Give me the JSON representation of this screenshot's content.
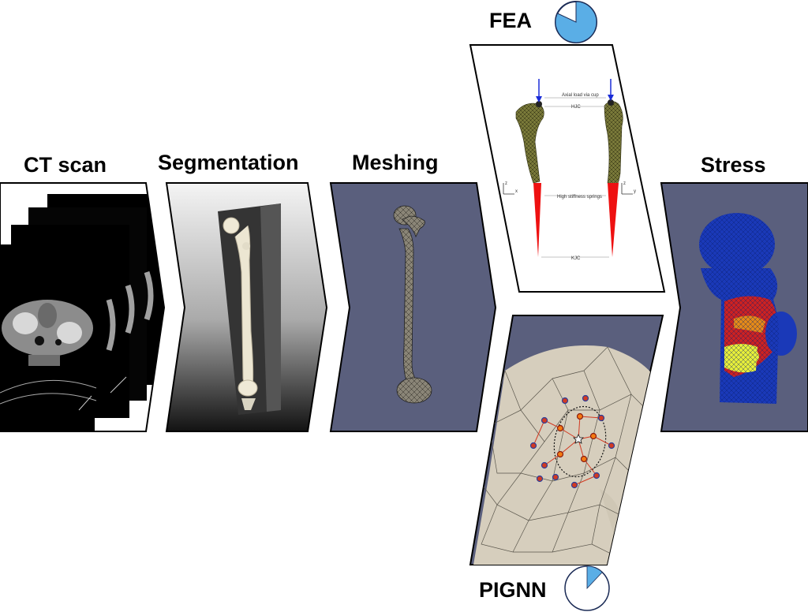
{
  "stages": [
    {
      "id": "ct",
      "label": "CT scan"
    },
    {
      "id": "seg",
      "label": "Segmentation"
    },
    {
      "id": "mesh",
      "label": "Meshing"
    },
    {
      "id": "fea",
      "label": "FEA"
    },
    {
      "id": "pignn",
      "label": "PIGNN"
    },
    {
      "id": "stress",
      "label": "Stress"
    }
  ],
  "fea_annotations": {
    "axial_load": "Axial load via cup",
    "hjc": "HJC",
    "springs": "High stiffness springs",
    "kjc": "KJC",
    "axis_x": "x",
    "axis_y": "y",
    "axis_z": "z"
  },
  "timers": {
    "fea": {
      "fraction": 0.82,
      "color": "#5aaee6"
    },
    "pignn": {
      "fraction": 0.12,
      "color": "#5aaee6"
    }
  },
  "colors": {
    "panel_slate": "#5a5f7d",
    "stress_blue": "#1a39b8",
    "stress_red": "#cc2222",
    "stress_yellow": "#e6ee3a",
    "spring_red": "#ee1111",
    "mesh_olive": "#7a7a3a"
  }
}
